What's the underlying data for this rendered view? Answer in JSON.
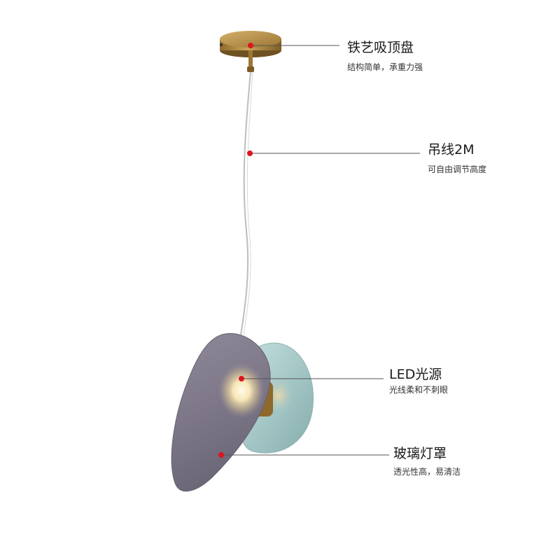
{
  "product": {
    "canopy_color": "#b8924a",
    "cable_color": "#bfbfbf",
    "shade_front_color": "#7d7888",
    "shade_back_color": "#a9c9c8",
    "marker_color": "#e0141e"
  },
  "callouts": [
    {
      "title": "铁艺吸顶盘",
      "subtitle": "结构简单，承重力强"
    },
    {
      "title": "吊线2M",
      "subtitle": "可自由调节高度"
    },
    {
      "title": "LED光源",
      "subtitle": "光线柔和不刺眼"
    },
    {
      "title": "玻璃灯罩",
      "subtitle": "透光性高，易清洁"
    }
  ]
}
